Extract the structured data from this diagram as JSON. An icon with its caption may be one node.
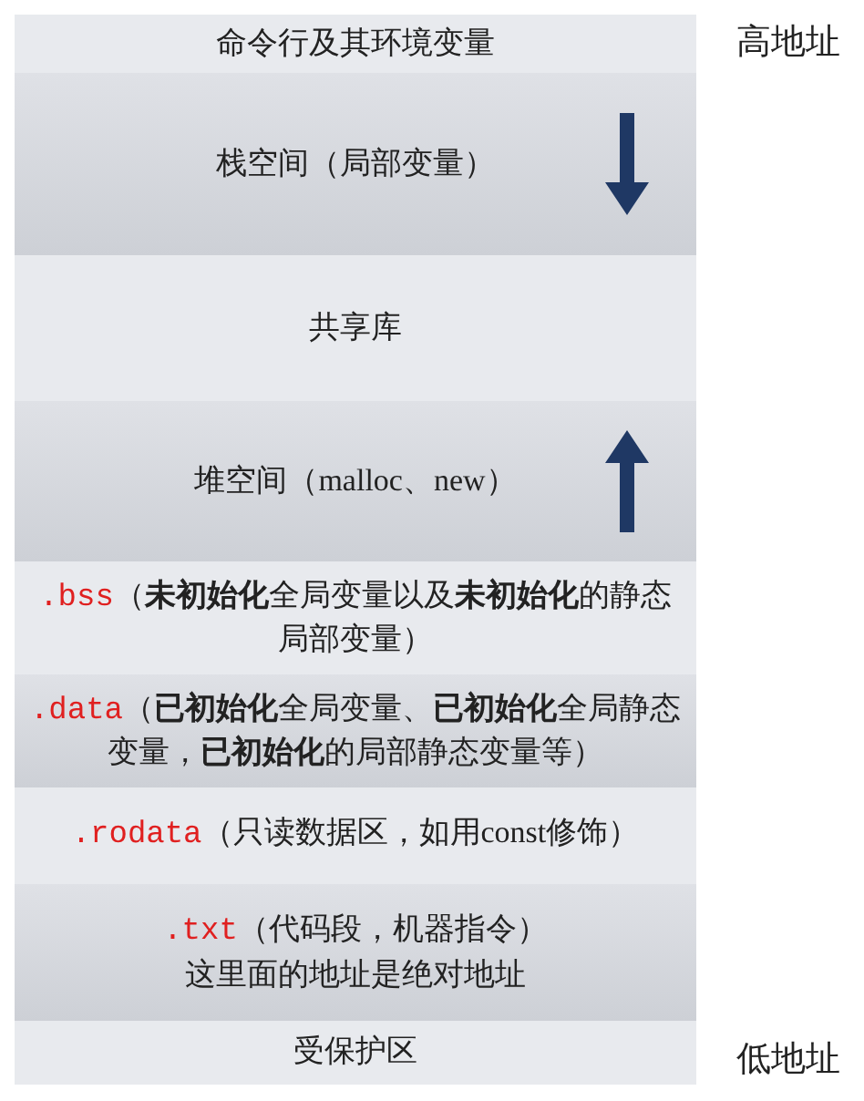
{
  "diagram": {
    "nodes": [
      {
        "text": [
          "命令行及其环境变量"
        ]
      },
      {
        "text": [
          "栈空间（局部变量）"
        ]
      },
      {
        "text": [
          "共享库"
        ]
      },
      {
        "text": [
          "堆空间（malloc、new）"
        ]
      },
      {
        "text": [
          ".bss",
          "（**未初始化**全局变量以及**未初始化**的静态局部变量）"
        ]
      },
      {
        "text": [
          ".data",
          "（**已初始化**全局变量、**已初始化**全局静态变量，**已初始化**的局部静态变量等）"
        ]
      },
      {
        "text": [
          ".rodata",
          "（只读数据区，如用const修饰）"
        ]
      },
      {
        "text": [
          ".txt",
          "（代码段，机器指令）",
          "这里面的地址是绝对地址"
        ]
      },
      {
        "text": [
          "受保护区"
        ]
      }
    ],
    "labels": [
      "高地址",
      "低地址"
    ]
  }
}
